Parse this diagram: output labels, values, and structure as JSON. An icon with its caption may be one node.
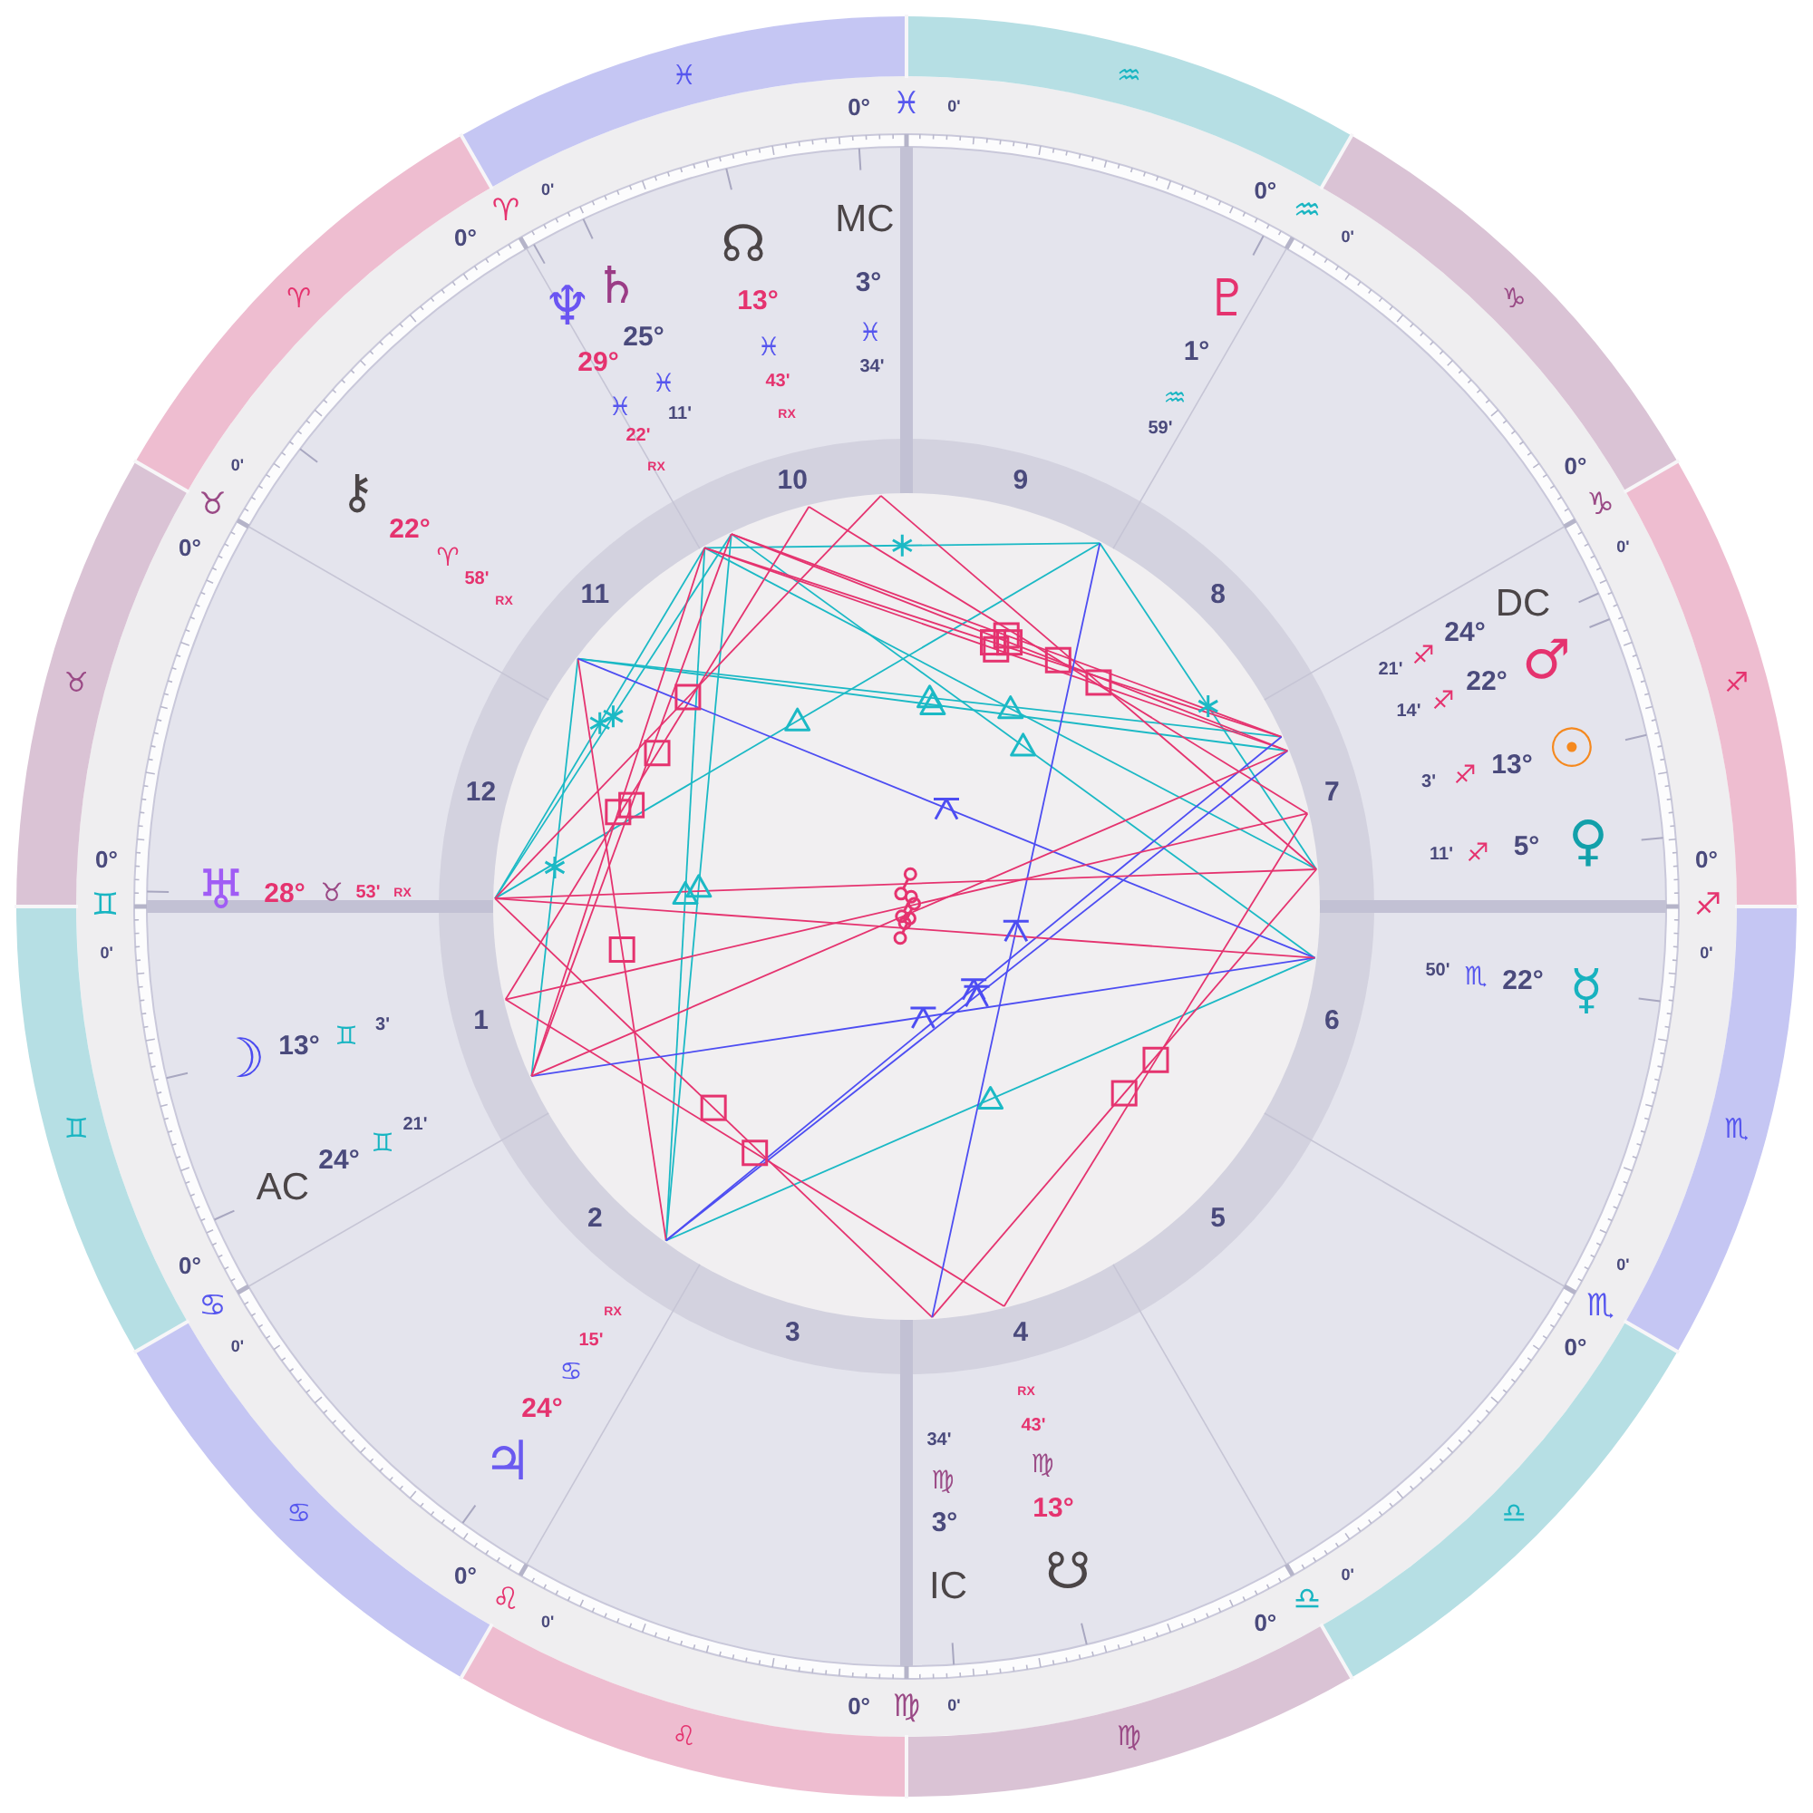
{
  "diagram": {
    "labels": [
      "♓",
      "0°",
      "♓",
      "0'",
      "♒",
      "0°",
      "♒",
      "0'",
      "♑",
      "0°",
      "♑",
      "0'",
      "♐",
      "0°",
      "♐",
      "0'",
      "♏",
      "0°",
      "♏",
      "0'",
      "♎",
      "0°",
      "♎",
      "0'",
      "♍",
      "0°",
      "♍",
      "0'",
      "♌",
      "0°",
      "♌",
      "0'",
      "♋",
      "0°",
      "♋",
      "0'",
      "♊",
      "0°",
      "♊",
      "0'",
      "♉",
      "0°",
      "♉",
      "0'",
      "♈",
      "0°",
      "♈",
      "0'",
      "10",
      "9",
      "8",
      "7",
      "6",
      "5",
      "4",
      "3",
      "2",
      "1",
      "12",
      "11",
      "♆",
      "29°",
      "♓",
      "22'",
      "RX",
      "♄",
      "25°",
      "♓",
      "11'",
      "☊",
      "13°",
      "♓",
      "43'",
      "RX",
      "MC",
      "3°",
      "♓",
      "34'",
      "♇",
      "1°",
      "♒",
      "59'",
      "DC",
      "24°",
      "♐",
      "21'",
      "♂",
      "22°",
      "♐",
      "14'",
      "☉",
      "13°",
      "♐",
      "3'",
      "♀",
      "5°",
      "♐",
      "11'",
      "☿",
      "22°",
      "♏",
      "50'",
      "☋",
      "13°",
      "♍",
      "43'",
      "RX",
      "IC",
      "3°",
      "♍",
      "34'",
      "♃",
      "24°",
      "♋",
      "15'",
      "RX",
      "AC",
      "24°",
      "♊",
      "21'",
      "☽",
      "13°",
      "♊",
      "3'",
      "♅",
      "28°",
      "♉",
      "53'",
      "RX",
      "⚷",
      "22°",
      "♈",
      "58'",
      "RX"
    ]
  }
}
